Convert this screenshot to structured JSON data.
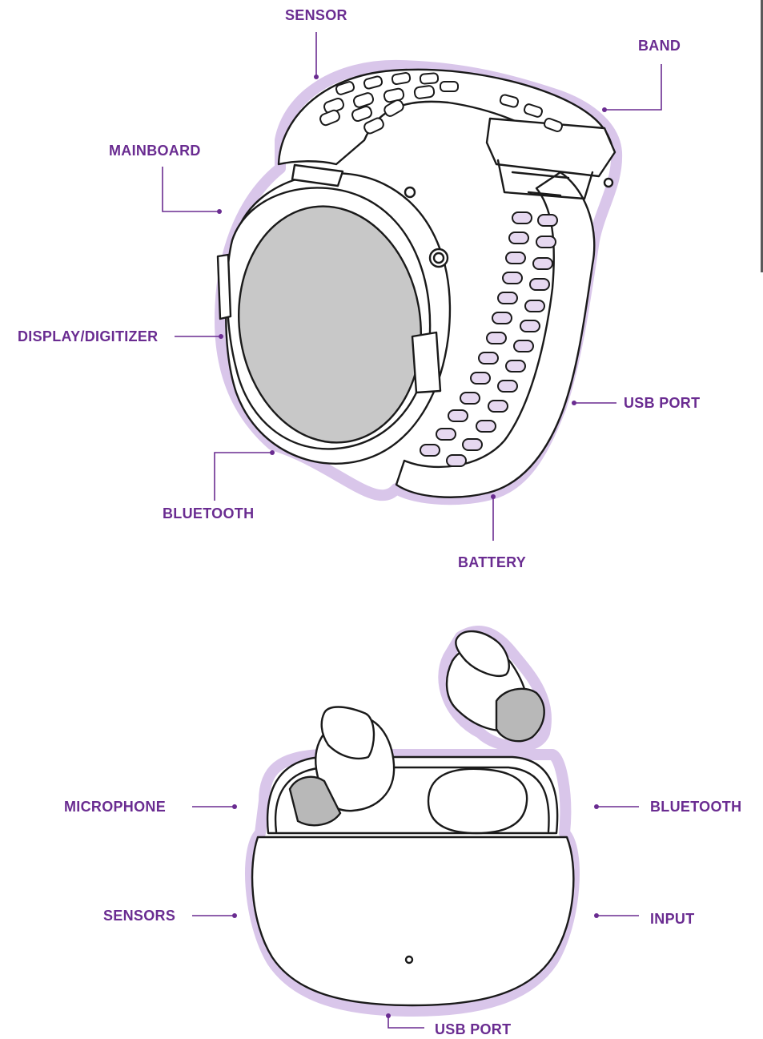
{
  "watch": {
    "labels": {
      "sensor": "SENSOR",
      "band": "BAND",
      "mainboard": "MAINBOARD",
      "display": "DISPLAY/DIGITIZER",
      "usb_port": "USB PORT",
      "bluetooth": "BLUETOOTH",
      "battery": "BATTERY"
    }
  },
  "earbuds": {
    "labels": {
      "microphone": "MICROPHONE",
      "bluetooth": "BLUETOOTH",
      "sensors": "SENSORS",
      "input": "INPUT",
      "usb_port": "USB PORT"
    }
  },
  "colors": {
    "label": "#6a2c91",
    "halo": "#d9c6ea",
    "screen": "#c8c8c8",
    "ink": "#1a1a1a"
  }
}
